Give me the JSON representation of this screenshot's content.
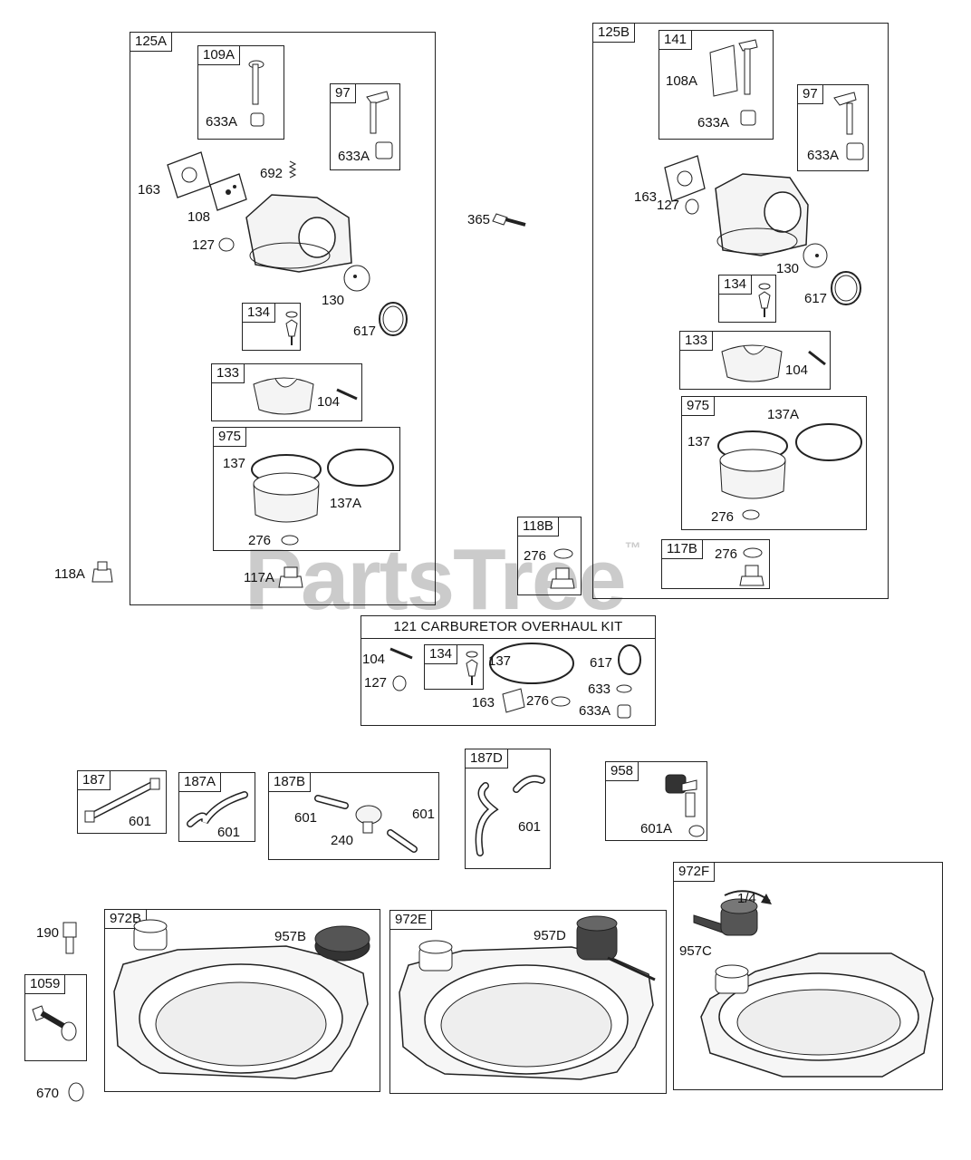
{
  "watermark": {
    "text": "PartsTree",
    "tm": "™"
  },
  "boxes": {
    "b125A": "125A",
    "b109A": "109A",
    "b97a": "97",
    "b134a": "134",
    "b133a": "133",
    "b975a": "975",
    "b125B": "125B",
    "b141": "141",
    "b97b": "97",
    "b134b": "134",
    "b133b": "133",
    "b975b": "975",
    "b118B": "118B",
    "b117B": "117B",
    "b134c": "134",
    "b187": "187",
    "b187A": "187A",
    "b187B": "187B",
    "b187D": "187D",
    "b958": "958",
    "b1059": "1059",
    "b972B": "972B",
    "b972E": "972E",
    "b972F": "972F"
  },
  "kit": {
    "title": "121 CARBURETOR OVERHAUL KIT"
  },
  "labels": {
    "l633A_1": "633A",
    "l633A_2": "633A",
    "l163a": "163",
    "l108a": "108",
    "l692": "692",
    "l127a": "127",
    "l130a": "130",
    "l617a": "617",
    "l104a": "104",
    "l137a": "137",
    "l137Aa": "137A",
    "l276a": "276",
    "l118A": "118A",
    "l117A": "117A",
    "l365": "365",
    "l108A": "108A",
    "l633A_3": "633A",
    "l633A_4": "633A",
    "l163b": "163",
    "l127b": "127",
    "l130b": "130",
    "l617b": "617",
    "l104b": "104",
    "l137Ab": "137A",
    "l137b": "137",
    "l276b": "276",
    "l276c": "276",
    "l276d": "276",
    "k104": "104",
    "k127": "127",
    "k137": "137",
    "k617": "617",
    "k633": "633",
    "k163": "163",
    "k276": "276",
    "k633A": "633A",
    "l601_1": "601",
    "l601_2": "601",
    "l601_3": "601",
    "l240": "240",
    "l601_4": "601",
    "l601_5": "601",
    "l601A": "601A",
    "l190": "190",
    "l670": "670",
    "l957B": "957B",
    "l957D": "957D",
    "l957C": "957C",
    "l14": "1/4"
  }
}
